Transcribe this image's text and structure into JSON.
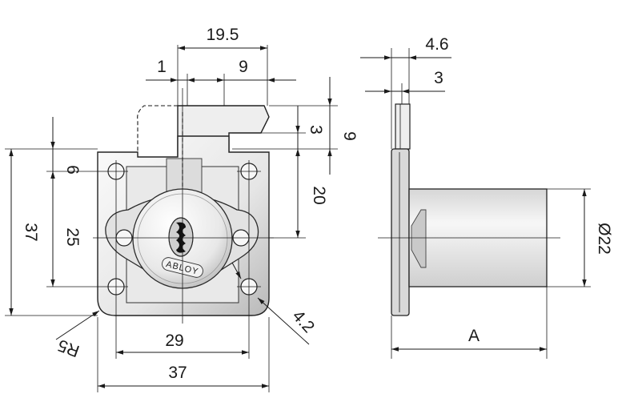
{
  "dimensions": {
    "d19_5": "19.5",
    "d1": "1",
    "d9_top": "9",
    "d3_right": "3",
    "d9_right": "9",
    "d6": "6",
    "d20": "20",
    "d37_left": "37",
    "d25": "25",
    "d29": "29",
    "d37_bottom": "37",
    "dR5": "R5",
    "d4_2": "4.2",
    "d4_6": "4.6",
    "d3_side": "3",
    "dDia22": "Ø22",
    "dA": "A"
  },
  "brand": "ABLOY",
  "colors": {
    "line": "#1a1a1a",
    "metal_light": "#f4f4f4",
    "metal_mid": "#d8d8d8",
    "metal_dark": "#a9a9a9"
  }
}
